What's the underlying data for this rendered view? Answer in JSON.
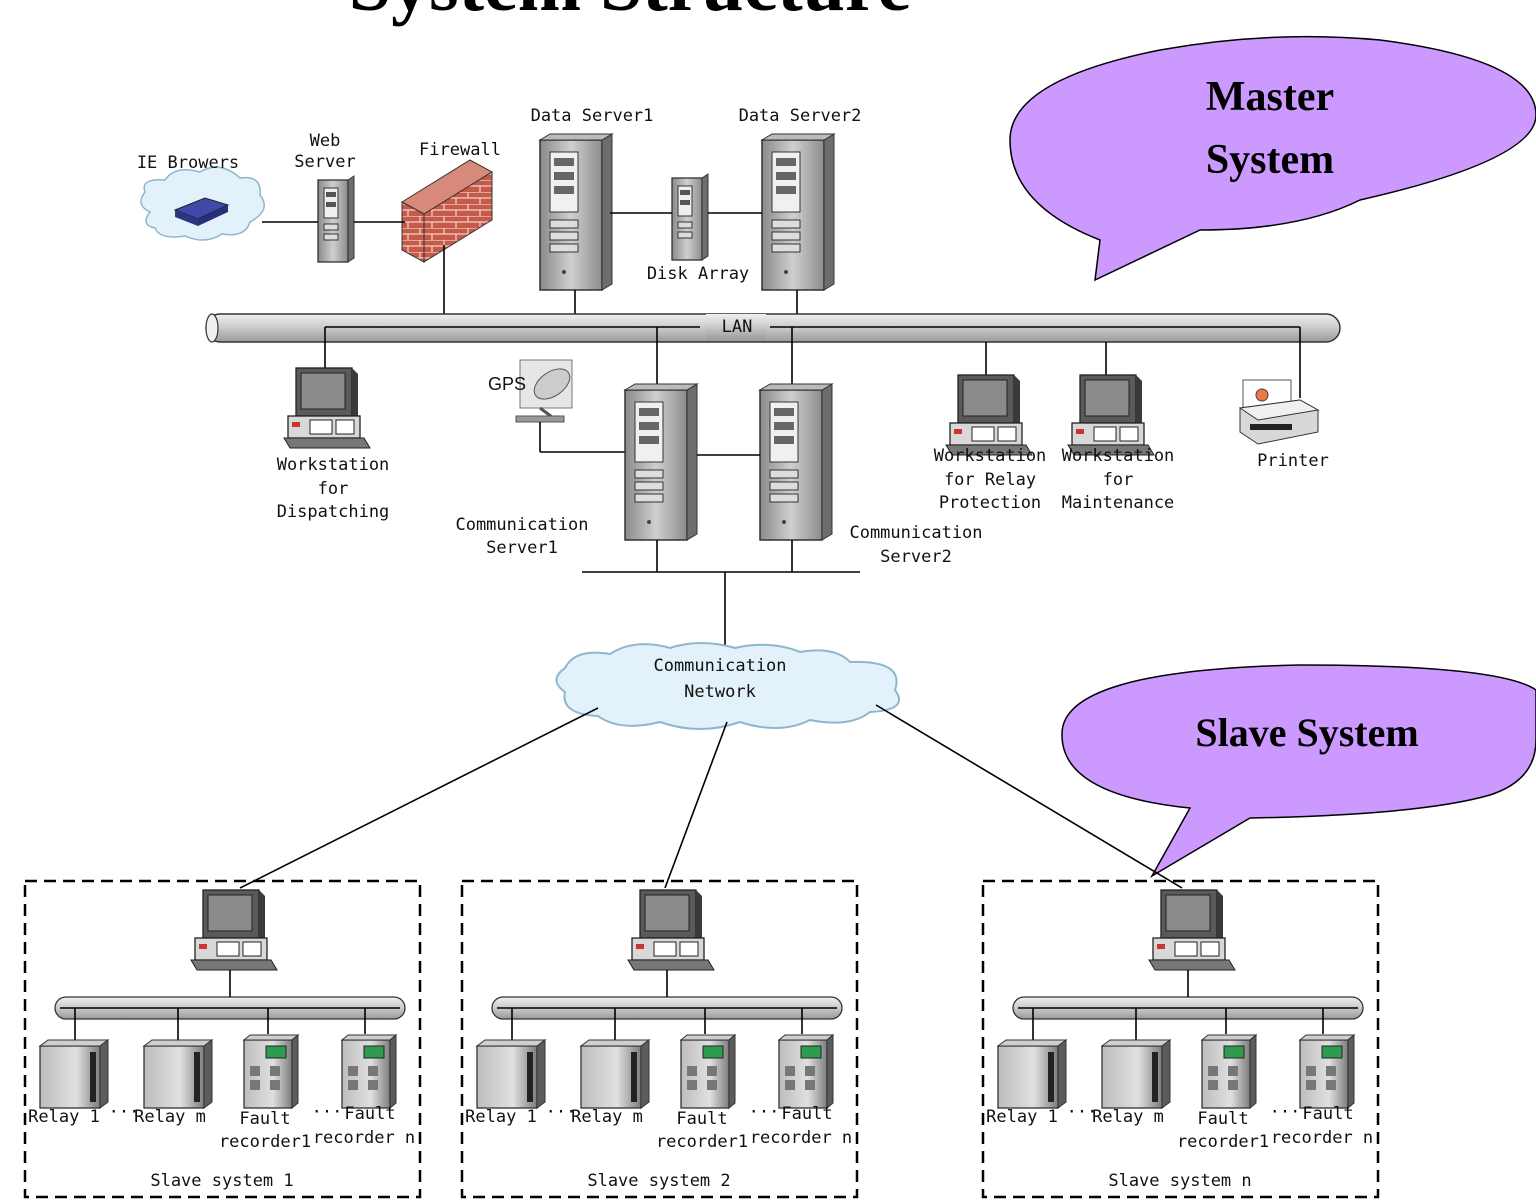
{
  "title": "System Structure",
  "callouts": {
    "master_line1": "Master",
    "master_line2": "System",
    "slave": "Slave System"
  },
  "labels": {
    "ie_browsers": "IE Browers",
    "web_server_1": "Web",
    "web_server_2": "Server",
    "firewall": "Firewall",
    "data_server1": "Data Server1",
    "data_server2": "Data Server2",
    "disk_array": "Disk Array",
    "lan": "LAN",
    "gps": "GPS",
    "ws_dispatch_1": "Workstation",
    "ws_dispatch_2": "for",
    "ws_dispatch_3": "Dispatching",
    "comm_server1_1": "Communication",
    "comm_server1_2": "Server1",
    "comm_server2_1": "Communication",
    "comm_server2_2": "Server2",
    "ws_relay_1": "Workstation",
    "ws_relay_2": "for Relay",
    "ws_relay_3": "Protection",
    "ws_maint_1": "Workstation",
    "ws_maint_2": "for",
    "ws_maint_3": "Maintenance",
    "printer": "Printer",
    "comm_network_1": "Communication",
    "comm_network_2": "Network"
  },
  "slave_systems": [
    {
      "relay1": "Relay 1",
      "relaym": "Relay m",
      "fault1_a": "Fault",
      "fault1_b": "recorder1",
      "faultn_a": "Fault",
      "faultn_b": "recorder n",
      "name": "Slave system 1"
    },
    {
      "relay1": "Relay 1",
      "relaym": "Relay m",
      "fault1_a": "Fault",
      "fault1_b": "recorder1",
      "faultn_a": "Fault",
      "faultn_b": "recorder n",
      "name": "Slave system 2"
    },
    {
      "relay1": "Relay 1",
      "relaym": "Relay m",
      "fault1_a": "Fault",
      "fault1_b": "recorder1",
      "faultn_a": "Fault",
      "faultn_b": "recorder n",
      "name": "Slave system n"
    }
  ],
  "ellipsis": "···",
  "colors": {
    "callout_fill": "#cc99ff",
    "firewall_brick": "#c0504d",
    "cloud": "#e8f4fb",
    "server_gray": "#a8a8a8",
    "lan_bus": "#d0d0d0"
  }
}
